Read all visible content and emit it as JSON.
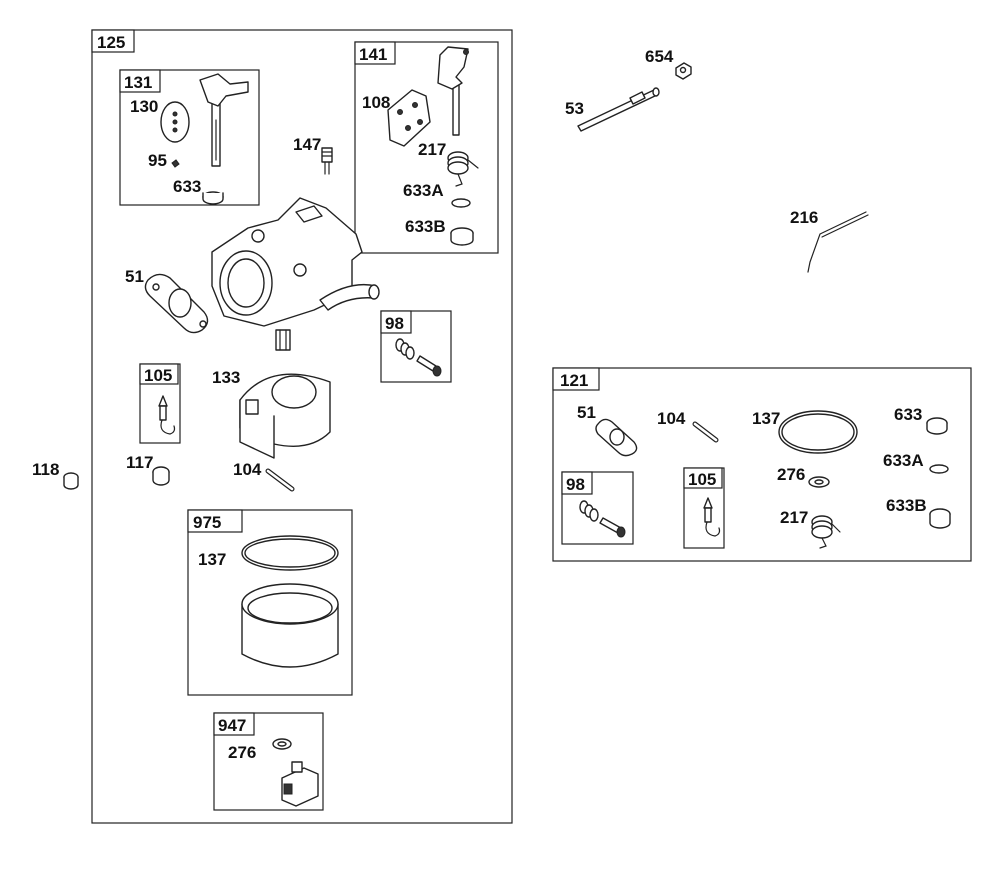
{
  "groups": {
    "carburetor_kit": "125",
    "throttle_shaft_kit": "131",
    "choke_kit": "141",
    "float_kit_main": "98",
    "float_valve_main": "105",
    "float_bowl_kit": "975",
    "solenoid_kit": "947",
    "gasket_kit": "121",
    "gasket_float_kit": "98",
    "gasket_valve_kit": "105"
  },
  "labels": {
    "throttle_plate": "130",
    "screw_95": "95",
    "seal_633_a": "633",
    "choke_plate": "108",
    "spring_217_a": "217",
    "seal_633a_a": "633A",
    "seal_633b_a": "633B",
    "fitting_147": "147",
    "gasket_51_a": "51",
    "float_133": "133",
    "pin_104_a": "104",
    "plug_117": "117",
    "plug_118": "118",
    "oring_137_a": "137",
    "washer_276_a": "276",
    "screw_654": "654",
    "stud_53": "53",
    "link_216": "216",
    "gasket_51_b": "51",
    "pin_104_b": "104",
    "oring_137_b": "137",
    "seal_633_b": "633",
    "seal_633a_b": "633A",
    "washer_276_b": "276",
    "spring_217_b": "217",
    "seal_633b_b": "633B"
  }
}
